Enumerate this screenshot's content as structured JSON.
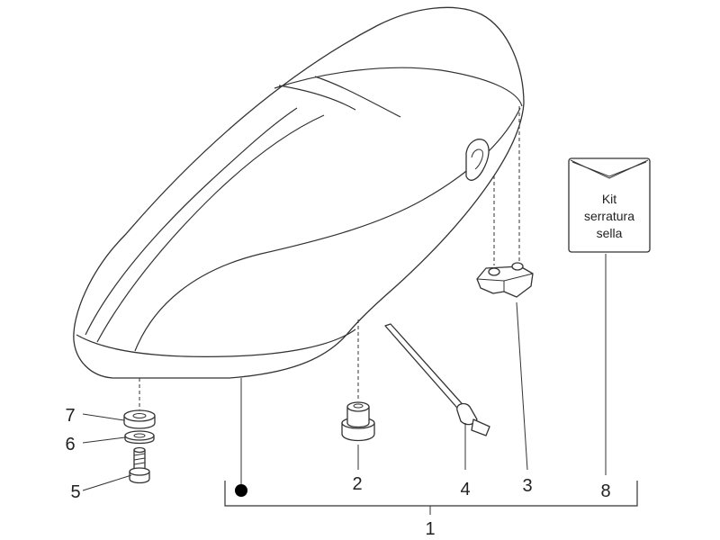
{
  "callouts": {
    "c1": "1",
    "c2": "2",
    "c3": "3",
    "c4": "4",
    "c5": "5",
    "c6": "6",
    "c7": "7",
    "c8": "8"
  },
  "kit": {
    "line1": "Kit",
    "line2": "serratura",
    "line3": "sella"
  },
  "colors": {
    "line": "#333333",
    "marker": "#000000"
  }
}
